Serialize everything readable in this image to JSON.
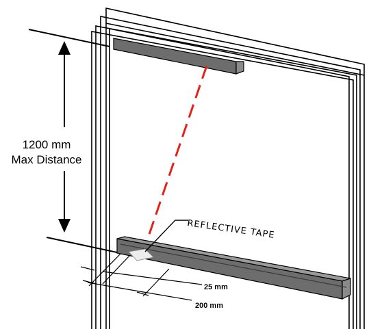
{
  "annotations": {
    "distance_value": "1200 mm",
    "distance_caption": "Max Distance",
    "tape_label": "REFLECTIVE TAPE",
    "dim_small": "25 mm",
    "dim_large": "200 mm"
  },
  "colors": {
    "beam": "#e2231a",
    "sensor_body": "#6d6d6d",
    "sensor_top": "#9a9a9a",
    "tape": "#ececec",
    "line": "#000000"
  }
}
